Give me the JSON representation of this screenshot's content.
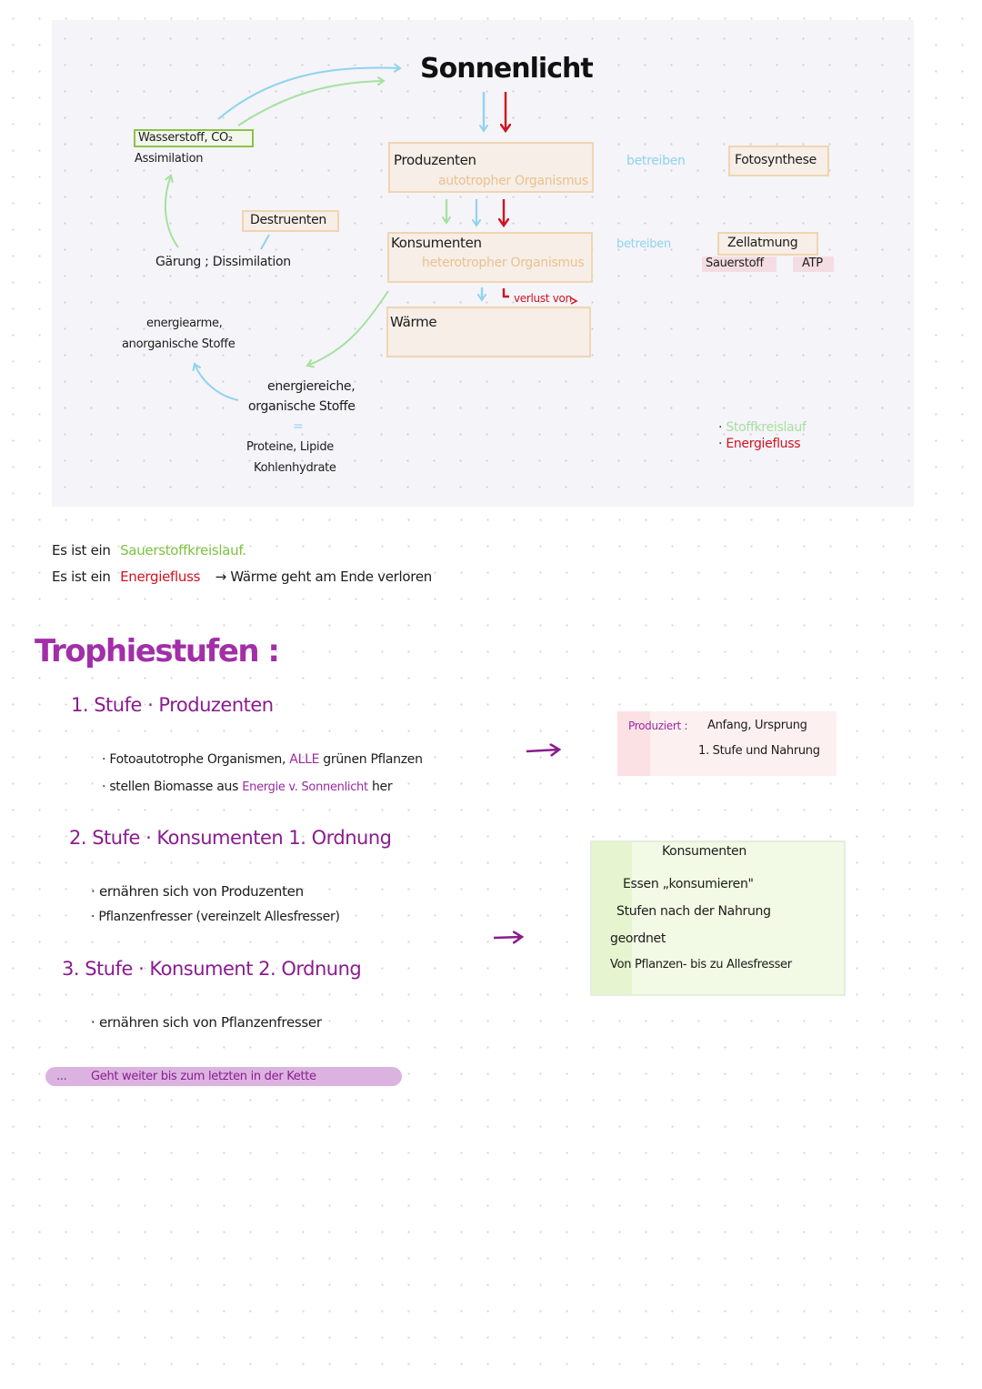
{
  "diagram": {
    "title": "Sonnenlicht",
    "left": {
      "wasserstoff_box": "Wasserstoff, CO₂",
      "assimilation": "Assimilation",
      "destruenten_box": "Destruenten",
      "gaerung": "Gärung ; Dissimilation",
      "energiearme_line1": "energiearme,",
      "energiearme_line2": "anorganische Stoffe",
      "energiereiche_line1": "energiereiche,",
      "energiereiche_line2": "organische Stoffe",
      "equals": "=",
      "examples_line1": "Proteine, Lipide",
      "examples_line2": "Kohlenhydrate"
    },
    "produzenten_box": {
      "title": "Produzenten",
      "subtitle": "autotropher Organismus"
    },
    "konsumenten_box": {
      "title": "Konsumenten",
      "subtitle": "heterotropher Organismus"
    },
    "waerme_box": {
      "title": "Wärme"
    },
    "verlust_label": "verlust von",
    "right": {
      "betreiben_1": "betreiben",
      "fotosynthese": "Fotosynthese",
      "betreiben_2": "betreiben",
      "zellatmung": "Zellatmung",
      "sauerstoff_tag": "Sauerstoff",
      "atp_tag": "ATP"
    },
    "legend": [
      {
        "label": "Stoffkreislauf",
        "color": "#a6e0a0"
      },
      {
        "label": "Energiefluss",
        "color": "#d0121f"
      }
    ],
    "colors": {
      "stoffkreislauf_green": "#a6e0a0",
      "blue": "#8fd3ee",
      "energiefluss_red": "#d0121f",
      "box_border": "#f0d5b2"
    }
  },
  "statements": [
    {
      "prefix": "Es ist ein",
      "highlight": "Sauerstoffkreislauf",
      "suffix": ".",
      "highlight_color": "#7dc23f"
    },
    {
      "prefix": "Es ist ein",
      "highlight": "Energiefluss",
      "suffix": "→ Wärme geht am Ende verloren",
      "highlight_color": "#d0121f"
    }
  ],
  "trophiestufen": {
    "heading": "Trophiestufen :",
    "levels": [
      {
        "title": "1. Stufe · Produzenten",
        "bullets": [
          {
            "parts": [
              "Fotoautotrophe Organismen, ",
              "ALLE",
              " grünen Pflanzen"
            ]
          },
          {
            "parts": [
              "stellen Biomasse aus ",
              "Energie v. Sonnenlicht",
              " her"
            ]
          }
        ]
      },
      {
        "title": "2. Stufe · Konsumenten 1. Ordnung",
        "bullets": [
          {
            "text": "ernähren sich von Produzenten"
          },
          {
            "text": "Pflanzenfresser (vereinzelt Allesfresser)"
          }
        ]
      },
      {
        "title": "3. Stufe · Konsument 2. Ordnung",
        "bullets": [
          {
            "text": "ernähren sich von Pflanzenfresser"
          }
        ]
      }
    ],
    "continuation": {
      "ellipsis": "...",
      "text": "Geht weiter bis zum letzten in der Kette"
    }
  },
  "notes": {
    "produzent_note": {
      "label": "Produziert :",
      "line1": "Anfang, Ursprung",
      "line2": "1. Stufe und Nahrung"
    },
    "konsumenten_note": {
      "title": "Konsumenten",
      "line1": "Essen „konsumieren\"",
      "line2": "Stufen nach der Nahrung",
      "line3": "geordnet",
      "line4": "Von Pflanzen- bis zu Allesfresser"
    }
  },
  "accent_colors": {
    "purple": "#8a1c8e",
    "heading_purple": "#a22ea8",
    "pill_bg": "#dcb3e0"
  }
}
